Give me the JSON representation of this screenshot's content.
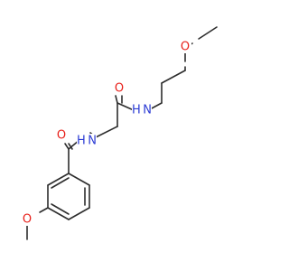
{
  "structure": {
    "atoms": [
      {
        "id": "o-ether",
        "element": "O",
        "label": "O",
        "color": "#e8201a"
      },
      {
        "id": "n-amide-upper",
        "element": "N",
        "label": "H N",
        "color": "#2b3bd4"
      },
      {
        "id": "o-carbonyl-upper",
        "element": "O",
        "label": "O",
        "color": "#e8201a"
      },
      {
        "id": "n-amide-lower",
        "element": "N",
        "label": "H N",
        "color": "#2b3bd4"
      },
      {
        "id": "o-carbonyl-lower",
        "element": "O",
        "label": "O",
        "color": "#e8201a"
      },
      {
        "id": "o-methoxy",
        "element": "O",
        "label": "O",
        "color": "#e8201a"
      }
    ],
    "bond_color": "#2d2d2d"
  }
}
